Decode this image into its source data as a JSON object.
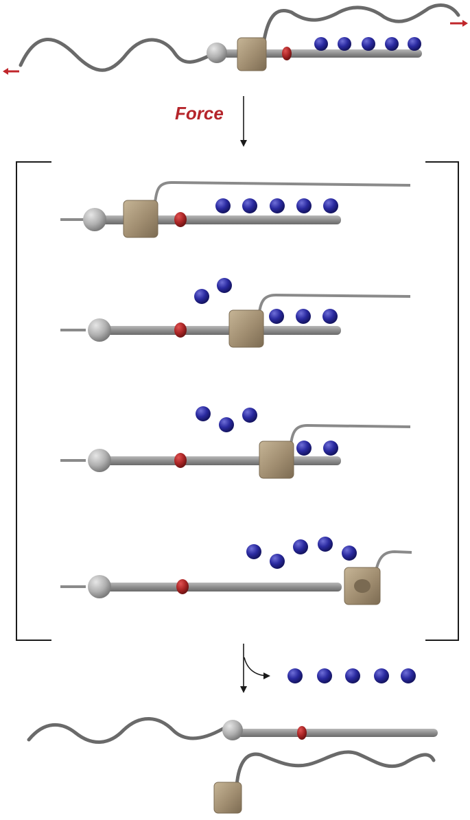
{
  "labels": {
    "force": "Force"
  },
  "colors": {
    "axle": "#8c8c8c",
    "thread": "#6f6f6f",
    "stopper": "#b3b3b3",
    "ring": "#a08d70",
    "ring_hole": "#7a6a52",
    "station": "#b02a2a",
    "cargo": "#26268c",
    "force_arrow": "#c0262b",
    "force_label": "#b5252b",
    "bracket": "#1a1a1a"
  },
  "icons": {
    "ring": "ring-icon",
    "cargo": "cargo-ball-icon",
    "stopper": "stopper-ball-icon",
    "station": "station-bead-icon",
    "pull_arrow": "pull-arrow-icon",
    "process_arrow": "process-arrow-icon"
  },
  "diagram": {
    "stages": [
      {
        "id": "initial",
        "cargo_on_axle": 5,
        "cargo_released": 0
      },
      {
        "id": "step-1",
        "cargo_on_axle": 5,
        "cargo_released": 0
      },
      {
        "id": "step-2",
        "cargo_on_axle": 3,
        "cargo_released": 2
      },
      {
        "id": "step-3",
        "cargo_on_axle": 2,
        "cargo_released": 3
      },
      {
        "id": "step-4",
        "cargo_on_axle": 0,
        "cargo_released": 5
      },
      {
        "id": "final",
        "cargo_on_axle": 0,
        "cargo_released": 5
      }
    ]
  }
}
